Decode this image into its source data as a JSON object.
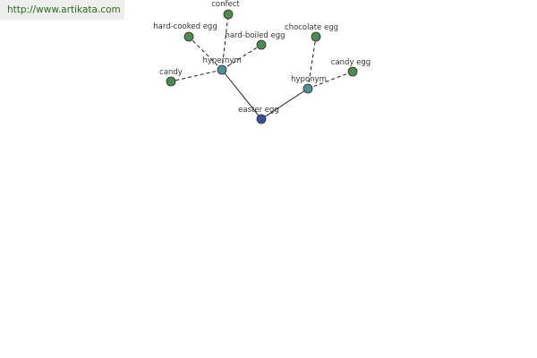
{
  "site": {
    "url": "http://www.artikata.com"
  },
  "graph": {
    "colors": {
      "leaf": "#4e8a4e",
      "relation": "#4e8f93",
      "root": "#3a4fa0",
      "edge": "#1a1a1a",
      "node_stroke": "#2b2b2b"
    },
    "nodes": {
      "easter_egg": "easter egg",
      "hypernym": "hypernym",
      "hyponym": "hyponym",
      "confect": "confect",
      "hard_cooked_egg": "hard-cooked egg",
      "hard_boiled_egg": "hard-boiled egg",
      "candy": "candy",
      "chocolate_egg": "chocolate egg",
      "candy_egg": "candy egg"
    }
  }
}
